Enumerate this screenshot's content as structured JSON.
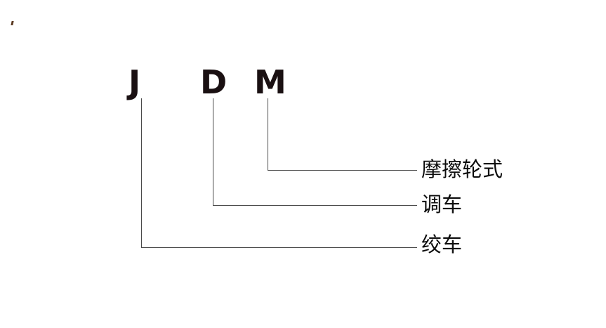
{
  "diagram": {
    "title": "JDM",
    "background_color": "#ffffff",
    "line_color": "#4a4a4a",
    "text_color": "#0d0d0d",
    "letter_color": "#1a1012",
    "code_letters": [
      {
        "id": "j",
        "text": "J",
        "meaning": "绞车"
      },
      {
        "id": "d",
        "text": "D",
        "meaning": "调车"
      },
      {
        "id": "m",
        "text": "M",
        "meaning": "摩擦轮式"
      }
    ],
    "callouts": [
      {
        "id": "m",
        "label": "摩擦轮式"
      },
      {
        "id": "d",
        "label": "调车"
      },
      {
        "id": "j",
        "label": "绞车"
      }
    ]
  }
}
